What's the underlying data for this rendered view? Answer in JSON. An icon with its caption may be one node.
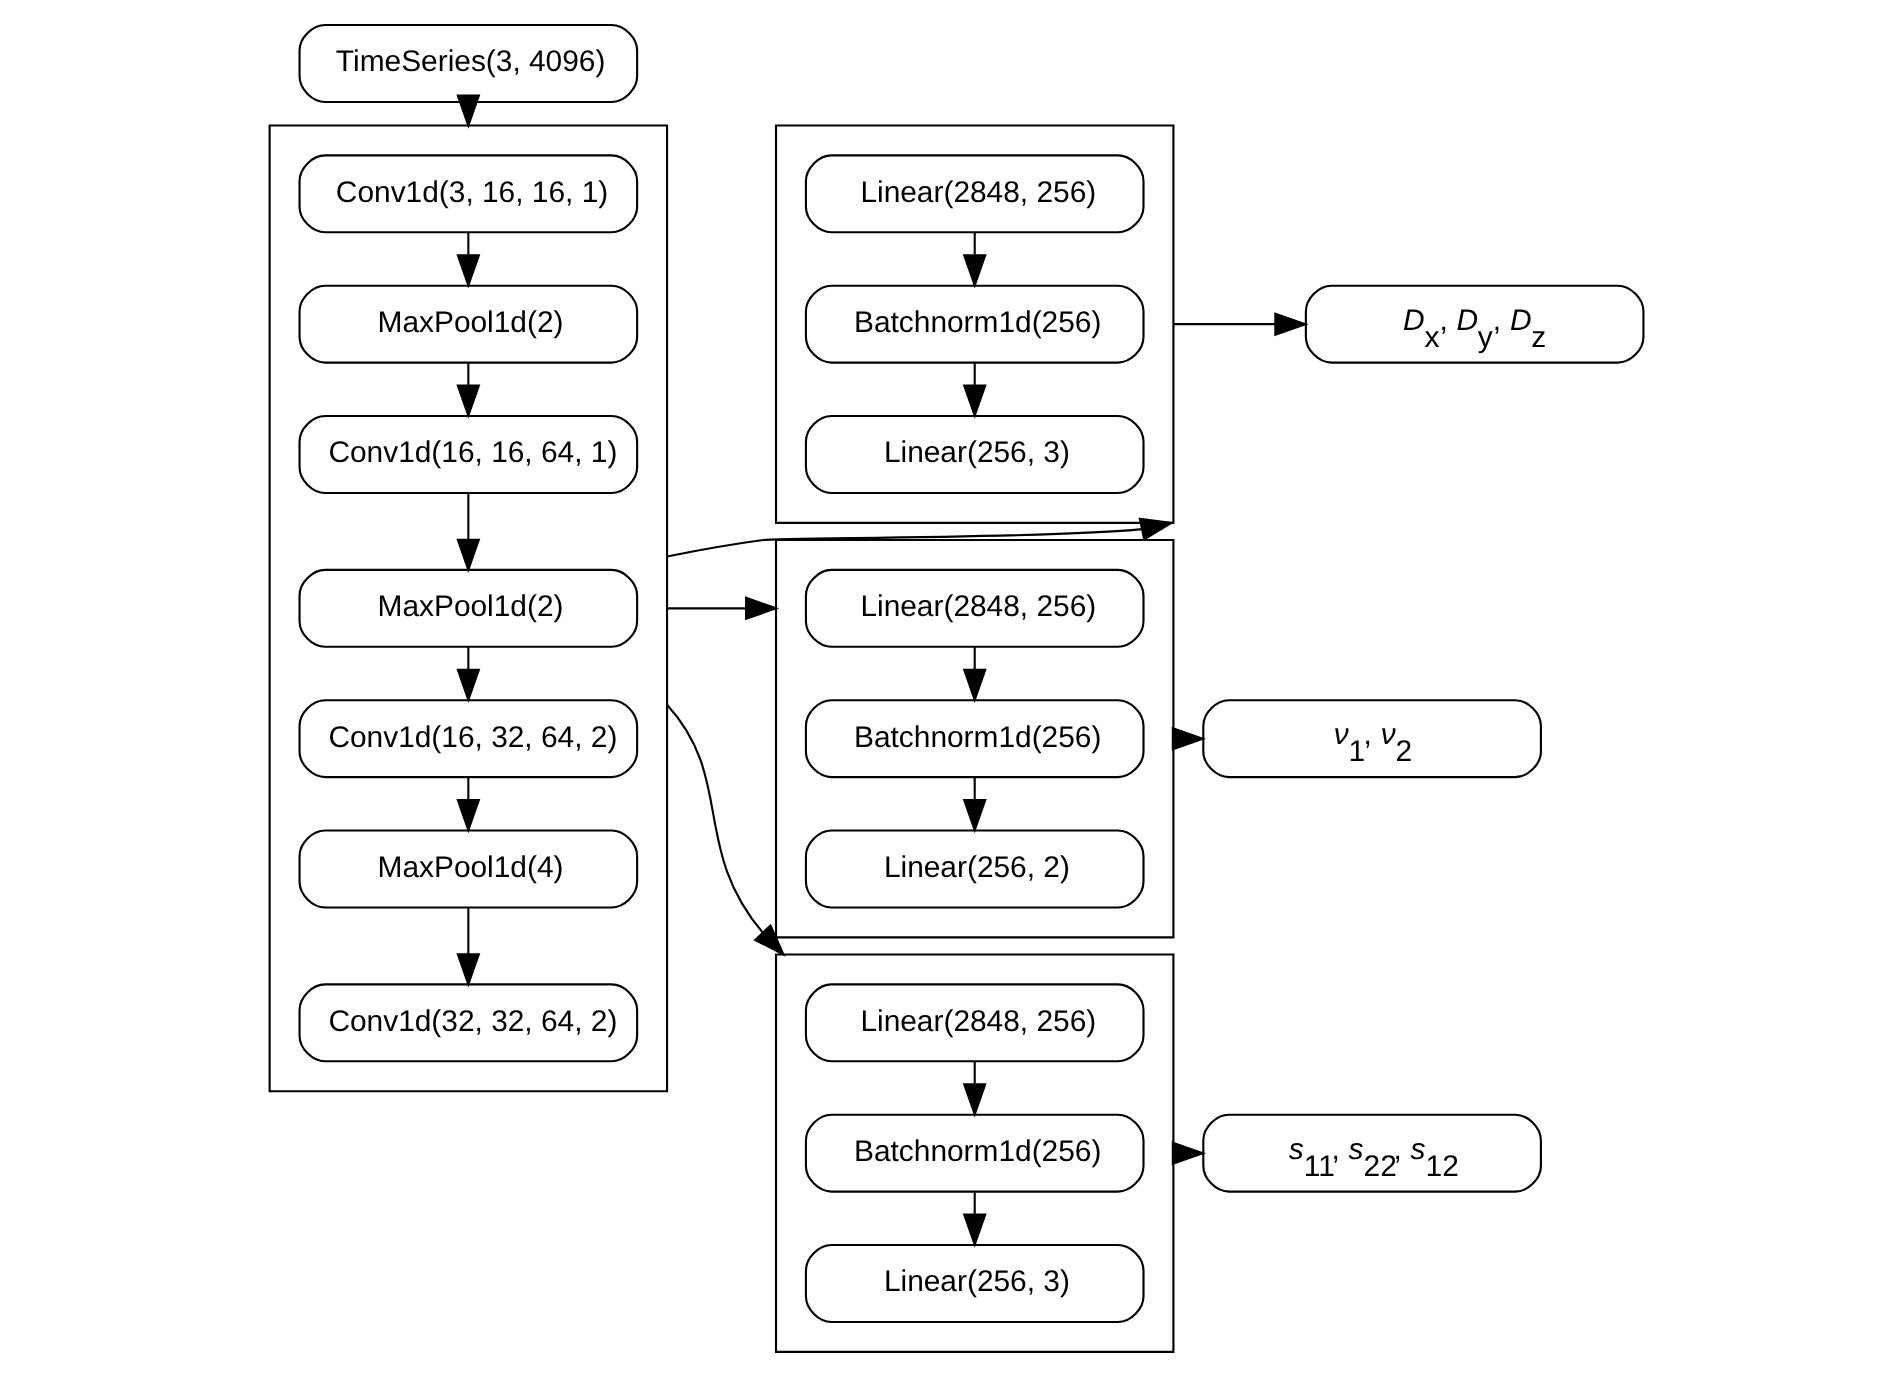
{
  "diagram": {
    "nodes": [
      {
        "text": [
          "TimeSeries(3, 4096)"
        ]
      },
      {
        "text": [],
        "shape": "box"
      },
      {
        "text": [
          "Conv1d(3, 16, 16, 1)"
        ],
        "in": 1
      },
      {
        "text": [
          "MaxPool1d(2)"
        ],
        "in": 1
      },
      {
        "text": [
          "Conv1d(16, 16, 64, 1)"
        ],
        "in": 1
      },
      {
        "text": [
          "MaxPool1d(2)"
        ],
        "in": 1
      },
      {
        "text": [
          "Conv1d(16, 32, 64, 2)"
        ],
        "in": 1
      },
      {
        "text": [
          "MaxPool1d(4)"
        ],
        "in": 1
      },
      {
        "text": [
          "Conv1d(32, 32, 64, 2)"
        ],
        "in": 1
      },
      {
        "text": [],
        "shape": "box"
      },
      {
        "text": [
          "Linear(2848, 256)"
        ],
        "in": 9
      },
      {
        "text": [
          "Batchnorm1d(256)"
        ],
        "in": 9
      },
      {
        "text": [
          "Linear(256, 3)"
        ],
        "in": 9
      },
      {
        "text": [
          "*D*$_{x}$, *D*$_{y}$, *D*$_{z}$"
        ]
      },
      {
        "text": [],
        "shape": "box"
      },
      {
        "text": [
          "Linear(2848, 256)"
        ],
        "in": 14
      },
      {
        "text": [
          "Batchnorm1d(256)"
        ],
        "in": 14
      },
      {
        "text": [
          "Linear(256, 2)"
        ],
        "in": 14
      },
      {
        "text": [
          "*ν*$_{1}$, *ν*$_{2}$"
        ]
      },
      {
        "text": [],
        "shape": "box"
      },
      {
        "text": [
          "Linear(2848, 256)"
        ],
        "in": 19
      },
      {
        "text": [
          "Batchnorm1d(256)"
        ],
        "in": 19
      },
      {
        "text": [
          "Linear(256, 3)"
        ],
        "in": 19
      },
      {
        "text": [
          "*s*$_{11}$, *s*$_{22}$, *s*$_{12}$"
        ]
      }
    ],
    "edges": [
      {
        "from": 0,
        "to": 1,
        "arrow": "to"
      },
      {
        "from": 2,
        "to": 3,
        "arrow": "to"
      },
      {
        "from": 3,
        "to": 4,
        "arrow": "to"
      },
      {
        "from": 4,
        "to": 5,
        "arrow": "to"
      },
      {
        "from": 5,
        "to": 6,
        "arrow": "to"
      },
      {
        "from": 6,
        "to": 7,
        "arrow": "to"
      },
      {
        "from": 7,
        "to": 8,
        "arrow": "to"
      },
      {
        "from": 1,
        "to": 9,
        "arrow": "to"
      },
      {
        "from": 1,
        "to": 14,
        "arrow": "to"
      },
      {
        "from": 1,
        "to": 19,
        "arrow": "to"
      },
      {
        "from": 10,
        "to": 11,
        "arrow": "to"
      },
      {
        "from": 11,
        "to": 12,
        "arrow": "to"
      },
      {
        "from": 9,
        "to": 13,
        "arrow": "to"
      },
      {
        "from": 15,
        "to": 16,
        "arrow": "to"
      },
      {
        "from": 16,
        "to": 17,
        "arrow": "to"
      },
      {
        "from": 14,
        "to": 18,
        "arrow": "to"
      },
      {
        "from": 20,
        "to": 21,
        "arrow": "to"
      },
      {
        "from": 21,
        "to": 22,
        "arrow": "to"
      },
      {
        "from": 19,
        "to": 23,
        "arrow": "to"
      }
    ]
  }
}
